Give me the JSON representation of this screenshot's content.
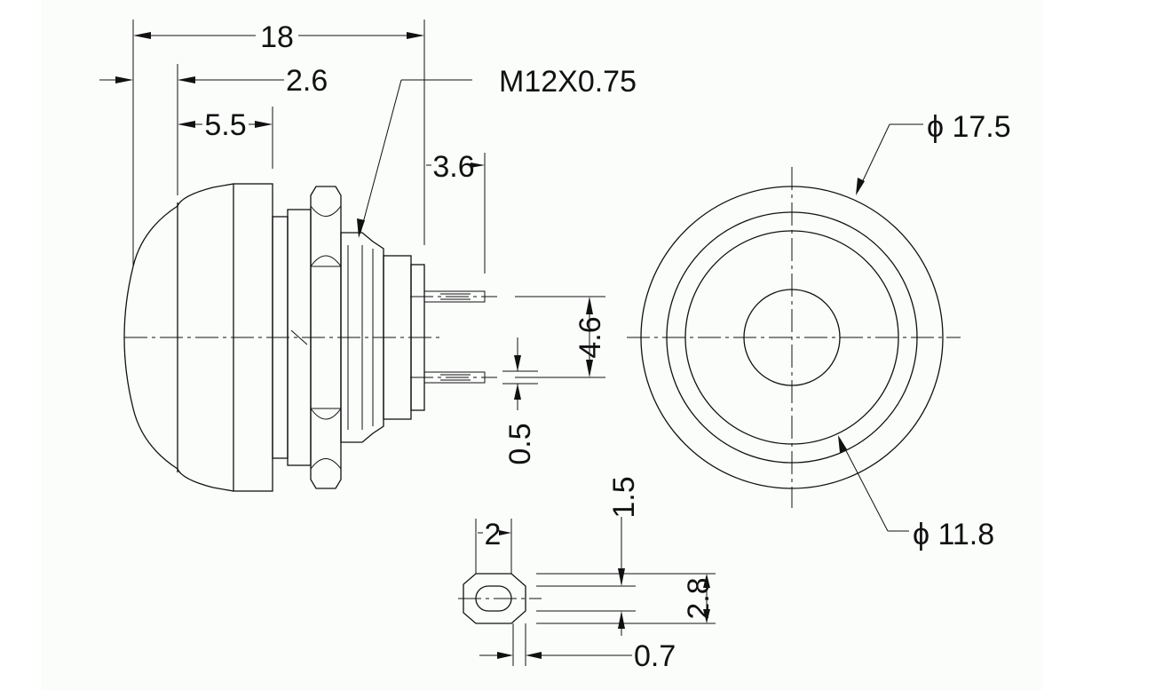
{
  "drawing": {
    "side_view": {
      "overall_length": "18",
      "cap_offset": "2.6",
      "cap_length": "5.5",
      "thread_spec": "M12X0.75",
      "terminal_length": "3.6",
      "terminal_pitch": "4.6",
      "terminal_thickness": "0.5"
    },
    "front_view": {
      "outer_diameter": "ϕ 17.5",
      "inner_diameter": "ϕ 11.8"
    },
    "terminal_detail": {
      "tab_width": "2",
      "hole_size": "1.5",
      "tab_height": "2.8",
      "tab_thickness": "0.7"
    }
  }
}
